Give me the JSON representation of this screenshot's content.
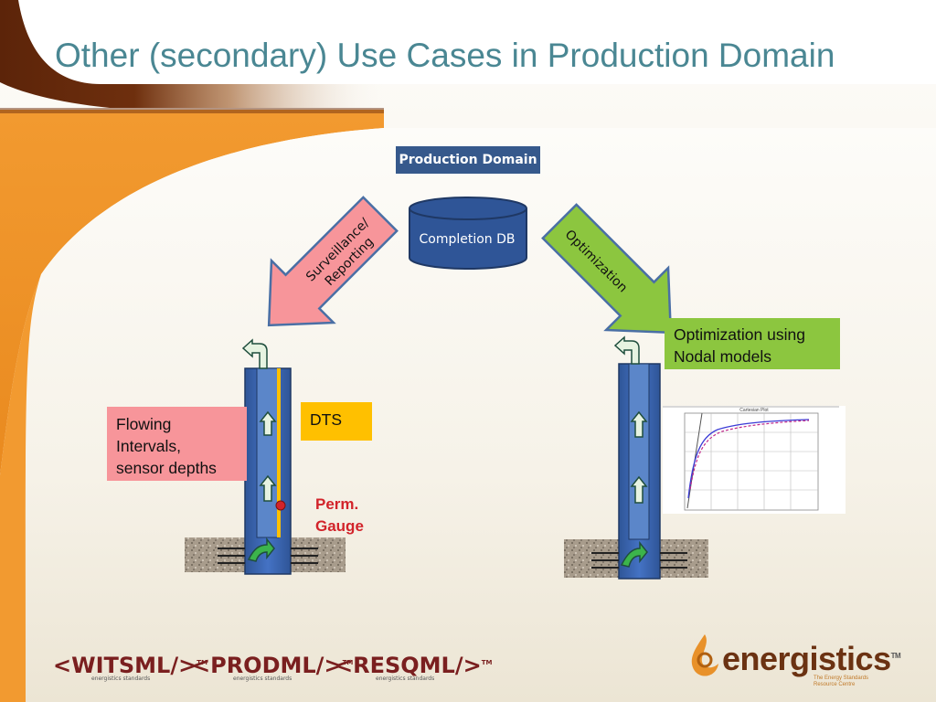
{
  "slide": {
    "title": "Other (secondary) Use Cases in Production Domain"
  },
  "diagram": {
    "production_domain_label": "Production Domain",
    "completion_db_label": "Completion DB",
    "surveillance_arrow_label_line1": "Surveillance/",
    "surveillance_arrow_label_line2": "Reporting",
    "optimization_arrow_label": "Optimization",
    "optimization_note_line1": "Optimization using",
    "optimization_note_line2": "Nodal models",
    "flowing_note_line1": "Flowing",
    "flowing_note_line2": "Intervals,",
    "flowing_note_line3": "sensor depths",
    "dts_label": "DTS",
    "gauge_line1": "Perm.",
    "gauge_line2": "Gauge",
    "chart_title": "Cartesian Plot"
  },
  "footer": {
    "logos": [
      {
        "name": "<WITSML/>",
        "sub": "energistics standards"
      },
      {
        "name": "<PRODML/>",
        "sub": "energistics standards"
      },
      {
        "name": "<RESQML/>",
        "sub": "energistics standards"
      }
    ],
    "brand": "energistics",
    "tm": "TM",
    "tagline_line1": "The Energy Standards",
    "tagline_line2": "Resource Centre"
  },
  "colors": {
    "title": "#4a8793",
    "db_fill": "#2f5597",
    "pd_fill": "#36598c",
    "surveillance_arrow": "#f7959a",
    "optimization_arrow": "#8cc63f",
    "dts": "#ffc000",
    "gauge": "#d2232a",
    "brown": "#5c2409",
    "orange": "#f0932a"
  }
}
